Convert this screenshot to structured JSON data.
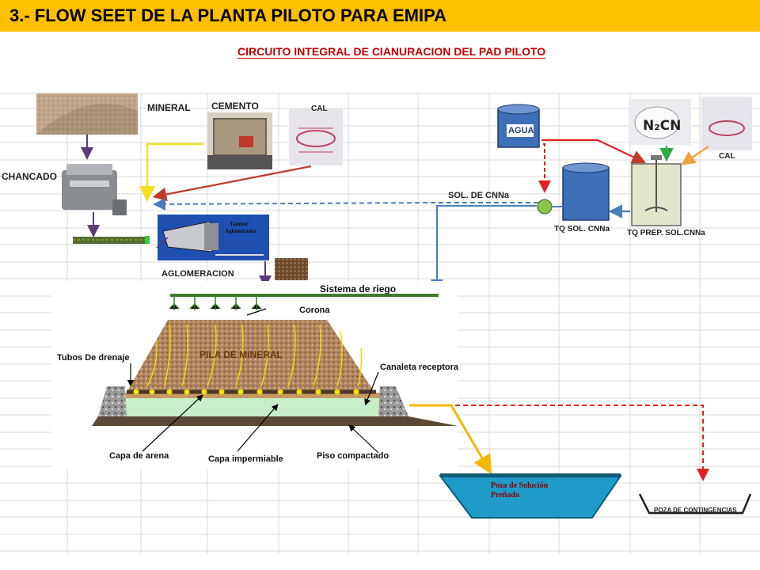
{
  "header": {
    "title": "3.- FLOW SEET DE LA PLANTA PILOTO PARA EMIPA"
  },
  "subtitle": "CIRCUITO INTEGRAL DE CIANURACION DEL PAD PILOTO",
  "labels": {
    "mineral": "MINERAL",
    "cemento": "CEMENTO",
    "cal_top": "CAL",
    "chancado": "CHANCADO",
    "agua": "AGUA",
    "nacn": "N₂CN",
    "cal_right": "CAL",
    "sol_cnna": "SOL. DE CNNa",
    "tq_sol": "TQ SOL. CNNa",
    "tq_prep": "TQ PREP. SOL.CNNa",
    "tambor": "Tambor Aglomerador",
    "aglomeracion": "AGLOMERACION",
    "sistema_riego": "Sistema de riego",
    "corona": "Corona",
    "pila": "PILA DE MINERAL",
    "tubos": "Tubos De drenaje",
    "canaleta": "Canaleta receptora",
    "capa_arena": "Capa de arena",
    "capa_imp": "Capa impermiable",
    "piso": "Piso compactado",
    "poza_sol": "Poza de Solución Preñada",
    "poza_cont": "POZA DE CONTINGENCIAS"
  },
  "colors": {
    "header": "#FFC000",
    "title_red": "#C00000",
    "arrow_purple": "#5B3A7A",
    "arrow_yellow": "#FFEB3B",
    "arrow_red": "#C0392B",
    "arrow_blue": "#4A7EBB",
    "arrow_dashed_red": "#E02020",
    "arrow_green": "#2EAA44",
    "arrow_orange": "#F0A040",
    "pile_orange": "#F5B800",
    "pond_cyan": "#1E9BC9"
  }
}
